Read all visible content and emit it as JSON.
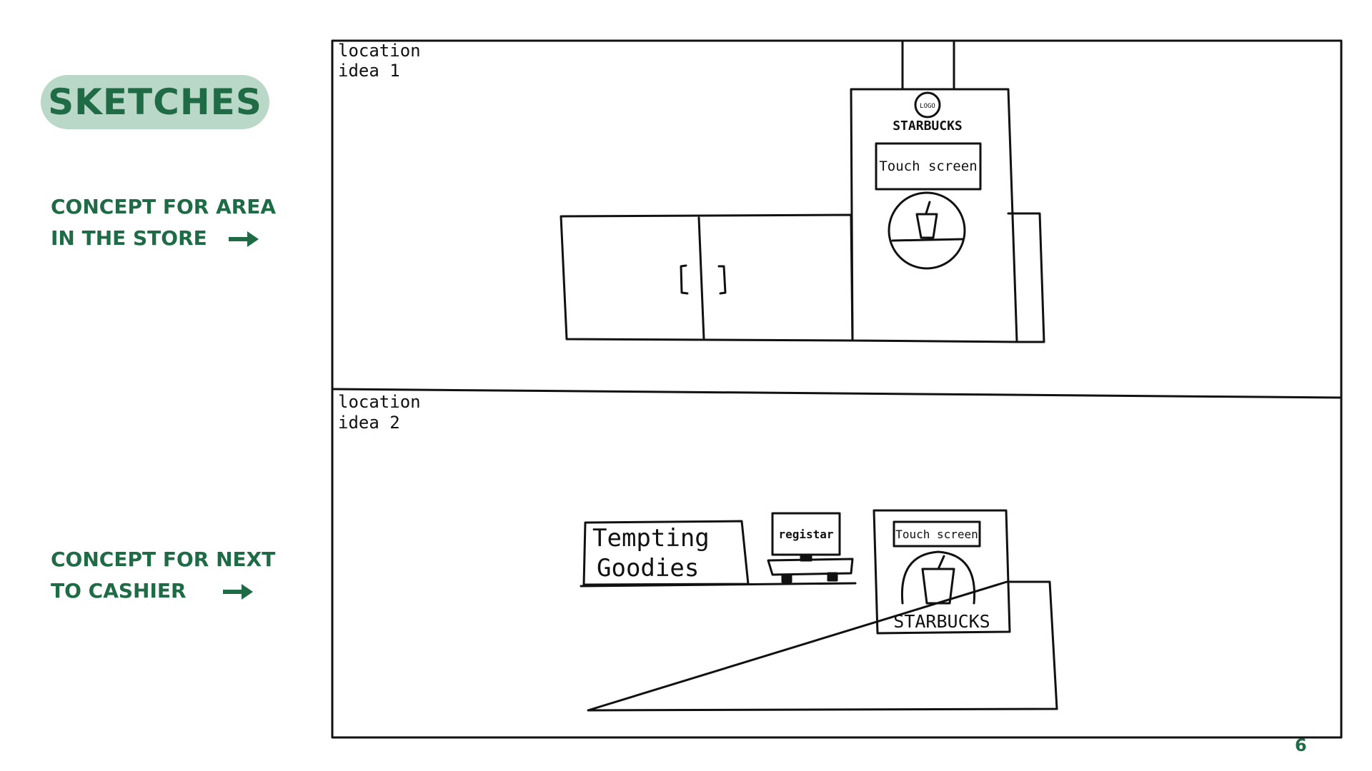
{
  "title": "SKETCHES",
  "concepts": [
    {
      "line1": "CONCEPT FOR AREA",
      "line2": "IN THE STORE"
    },
    {
      "line1": "CONCEPT FOR NEXT",
      "line2": "TO CASHIER"
    }
  ],
  "sketch1": {
    "label_line1": "location",
    "label_line2": "idea 1",
    "logo": "LOGO",
    "brand": "STARBUCKS",
    "screen": "Touch screen"
  },
  "sketch2": {
    "label_line1": "location",
    "label_line2": "idea 2",
    "goodies_line1": "Tempting",
    "goodies_line2": "Goodies",
    "register": "registar",
    "screen": "Touch screen",
    "brand": "STARBUCKS"
  },
  "page_number": "6",
  "colors": {
    "accent": "#1e6b45",
    "pill": "#b9d8c7"
  }
}
